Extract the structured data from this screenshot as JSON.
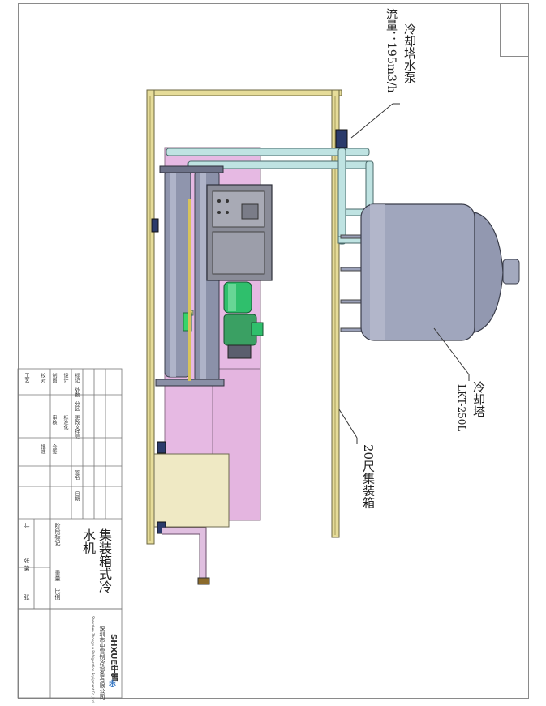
{
  "callouts": {
    "pump_name": "冷却塔水泵",
    "pump_flow": "流量：195m3/h",
    "tower_name": "冷却塔",
    "tower_model": "LKT-250L",
    "container": "20尺集装箱"
  },
  "title_block": {
    "drawing_title_line1": "集装箱式冷",
    "drawing_title_line2": "水机",
    "company_cn": "深圳市中雪制冷设备有限公司",
    "company_en": "Shenzhen Zhongxue Refrigeration Equipment Co.,Ltd",
    "brand": "SHXUE中雪",
    "cells": {
      "mark": "标记",
      "qty": "处数",
      "zone": "分区",
      "change_doc": "更改文件号",
      "sign": "签名",
      "date": "日期",
      "design": "设计",
      "standard": "标准化",
      "drawn": "制图",
      "proofread": "校对",
      "review": "审核",
      "craft": "工艺",
      "approve": "批准",
      "countersign": "会签",
      "stage_mark": "阶段标记",
      "weight": "重量",
      "scale": "比例",
      "total": "共",
      "sheet": "张 第",
      "page": "张"
    }
  },
  "colors": {
    "frame": "#e9e0a8",
    "panel_pink": "#e6b9e3",
    "tower_body": "#9aa0b8",
    "pipe": "#b9e1e0",
    "motor_green": "#2fbf6c",
    "box_beige": "#efe9c4",
    "cabinet": "#8a8c98"
  }
}
